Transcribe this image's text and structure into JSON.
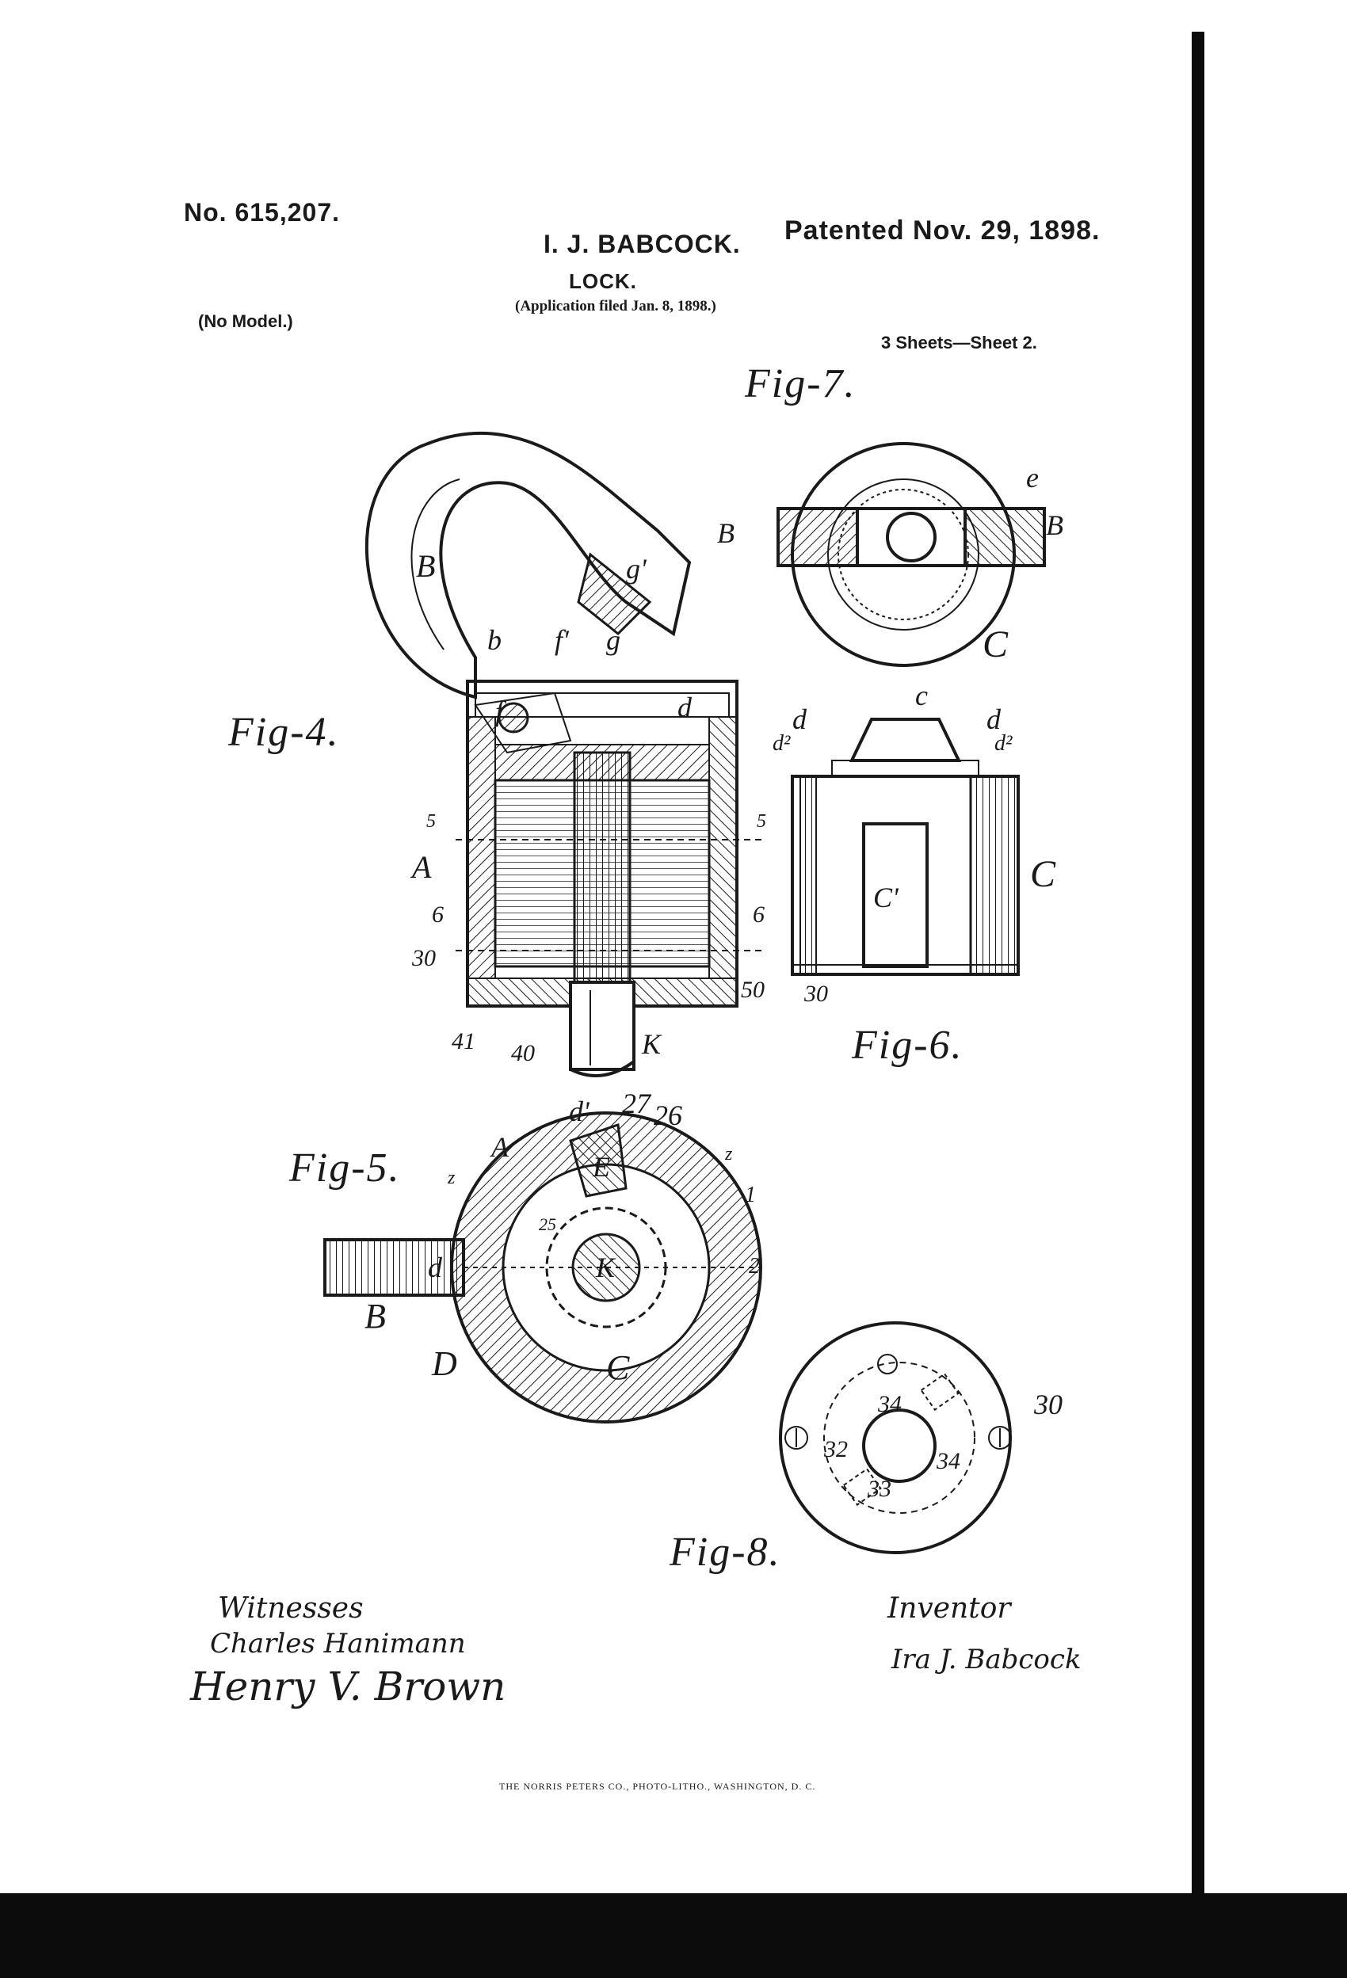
{
  "header": {
    "patent_number": "No. 615,207.",
    "inventor_name": "I. J. BABCOCK.",
    "patent_date": "Patented Nov. 29, 1898.",
    "title": "LOCK.",
    "application": "(Application filed Jan. 8, 1898.)",
    "model_note": "(No Model.)",
    "sheets": "3 Sheets—Sheet 2."
  },
  "figures": {
    "fig4": "Fig-4.",
    "fig5": "Fig-5.",
    "fig6": "Fig-6.",
    "fig7": "Fig-7.",
    "fig8": "Fig-8."
  },
  "refs": {
    "fig7": [
      "e",
      "B",
      "B",
      "C"
    ],
    "fig4": [
      "B",
      "b",
      "f'",
      "g'",
      "g",
      "f",
      "d",
      "5",
      "5",
      "A",
      "6",
      "6",
      "30",
      "50",
      "41",
      "40",
      "K"
    ],
    "fig6": [
      "c",
      "d",
      "d",
      "d²",
      "d²",
      "C'",
      "C",
      "30"
    ],
    "fig5": [
      "d'",
      "27",
      "26",
      "A",
      "z",
      "z",
      "E",
      "1",
      "25",
      "2",
      "d",
      "B",
      "D",
      "C",
      "K"
    ],
    "fig8": [
      "30",
      "34",
      "32",
      "34",
      "33"
    ]
  },
  "footer": {
    "witnesses_label": "Witnesses",
    "witness1": "Charles Hanimann",
    "witness2": "Henry V. Brown",
    "inventor_label": "Inventor",
    "inventor_signature": "Ira J. Babcock",
    "printer": "THE NORRIS PETERS CO., PHOTO-LITHO., WASHINGTON, D. C."
  }
}
